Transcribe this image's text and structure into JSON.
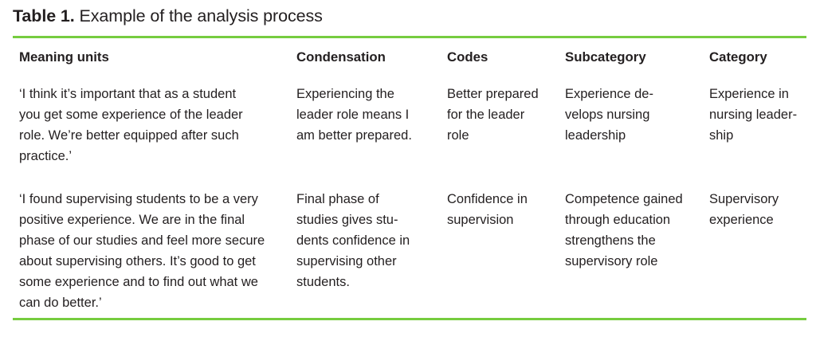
{
  "figure": {
    "caption_label": "Table 1.",
    "caption_text": "Example of the analysis process",
    "rule_color": "#76cc3f",
    "background_color": "#ffffff",
    "text_color": "#231f20"
  },
  "table": {
    "headers": [
      "Meaning units",
      "Condensation",
      "Codes",
      "Subcategory",
      "Category"
    ],
    "rows": [
      {
        "meaning_units": [
          "‘I think it’s important that as a student",
          "you get some experience of the leader",
          "role. We’re better equipped after such",
          "practice.’"
        ],
        "condensation": [
          "Experiencing the",
          "leader role means I",
          "am better prepared."
        ],
        "codes": [
          "Better prepared",
          "for the leader",
          "role"
        ],
        "subcategory": [
          "Experience de-",
          "velops nursing",
          "leadership"
        ],
        "category": [
          "Experience in",
          "nursing leader-",
          "ship"
        ]
      },
      {
        "meaning_units": [
          "‘I found supervising students to be a very",
          "positive experience. We are in the final",
          "phase of our studies and feel more secure",
          "about supervising others. It’s good to get",
          "some experience and to find out what we",
          "can do better.’"
        ],
        "condensation": [
          "Final phase of",
          "studies gives stu-",
          "dents confidence in",
          "supervising other",
          "students."
        ],
        "codes": [
          "Confidence in",
          "supervision"
        ],
        "subcategory": [
          "Competence gained",
          "through education",
          "strengthens the",
          "supervisory role"
        ],
        "category": [
          "Supervisory",
          "experience"
        ]
      }
    ]
  }
}
